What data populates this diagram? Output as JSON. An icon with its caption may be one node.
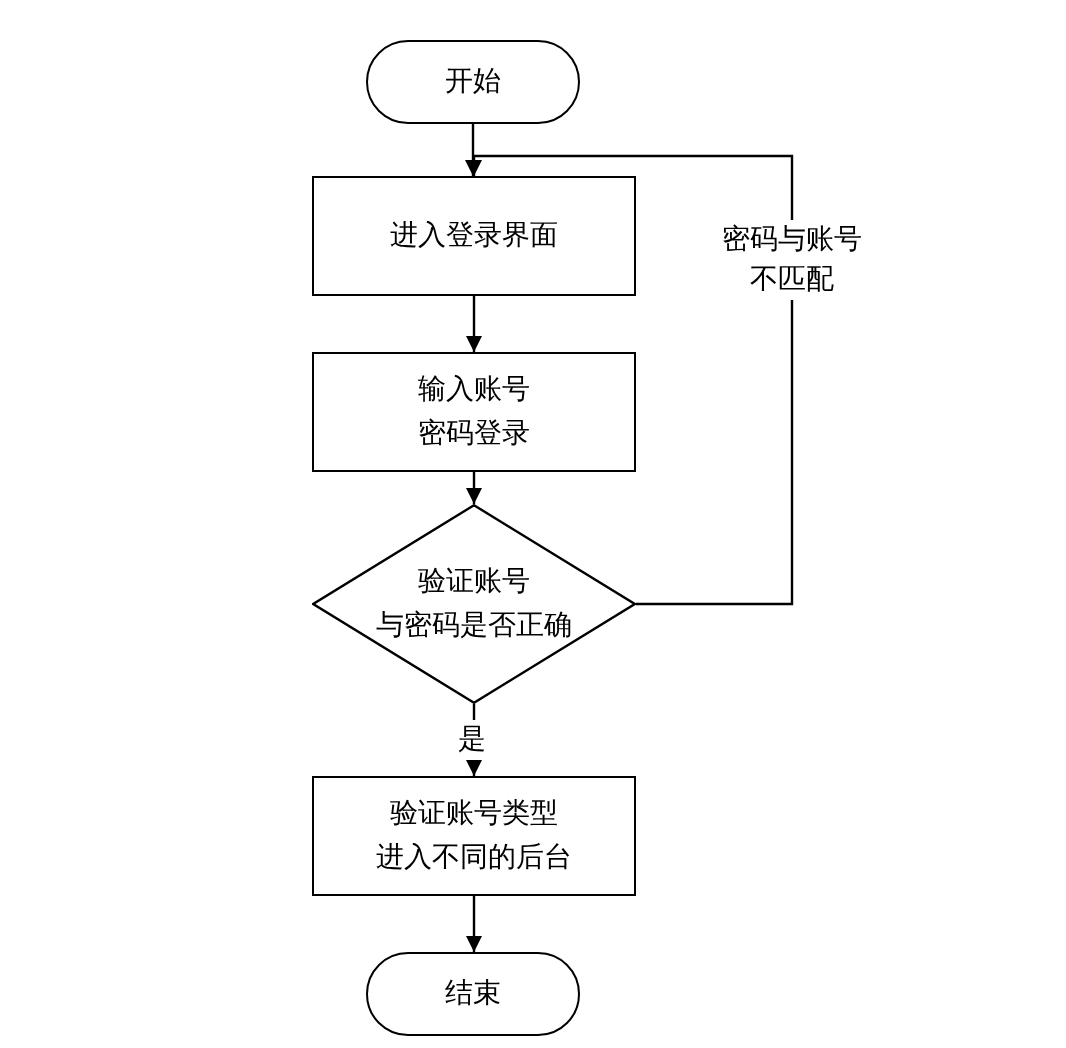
{
  "diagram": {
    "nodes": [
      {
        "text": [
          "开始"
        ]
      },
      {
        "text": [
          "进入登录界面"
        ]
      },
      {
        "text": [
          "输入账号密码登录"
        ]
      },
      {
        "text": [
          "验证账号与密码是否正确"
        ]
      },
      {
        "text": [
          "验证账号类型进入不同的后台"
        ]
      },
      {
        "text": [
          "结束"
        ]
      }
    ],
    "edges": [
      {
        "from": 0,
        "to": 1,
        "arrow": "to"
      },
      {
        "from": 1,
        "to": 2,
        "arrow": "to"
      },
      {
        "from": 2,
        "to": 3,
        "arrow": "to"
      },
      {
        "from": 3,
        "to": 4,
        "arrow": "to",
        "label": "是"
      },
      {
        "from": 3,
        "to": 1,
        "arrow": "to",
        "label": "密码与账号不匹配"
      },
      {
        "from": 4,
        "to": 5,
        "arrow": "to"
      }
    ]
  }
}
